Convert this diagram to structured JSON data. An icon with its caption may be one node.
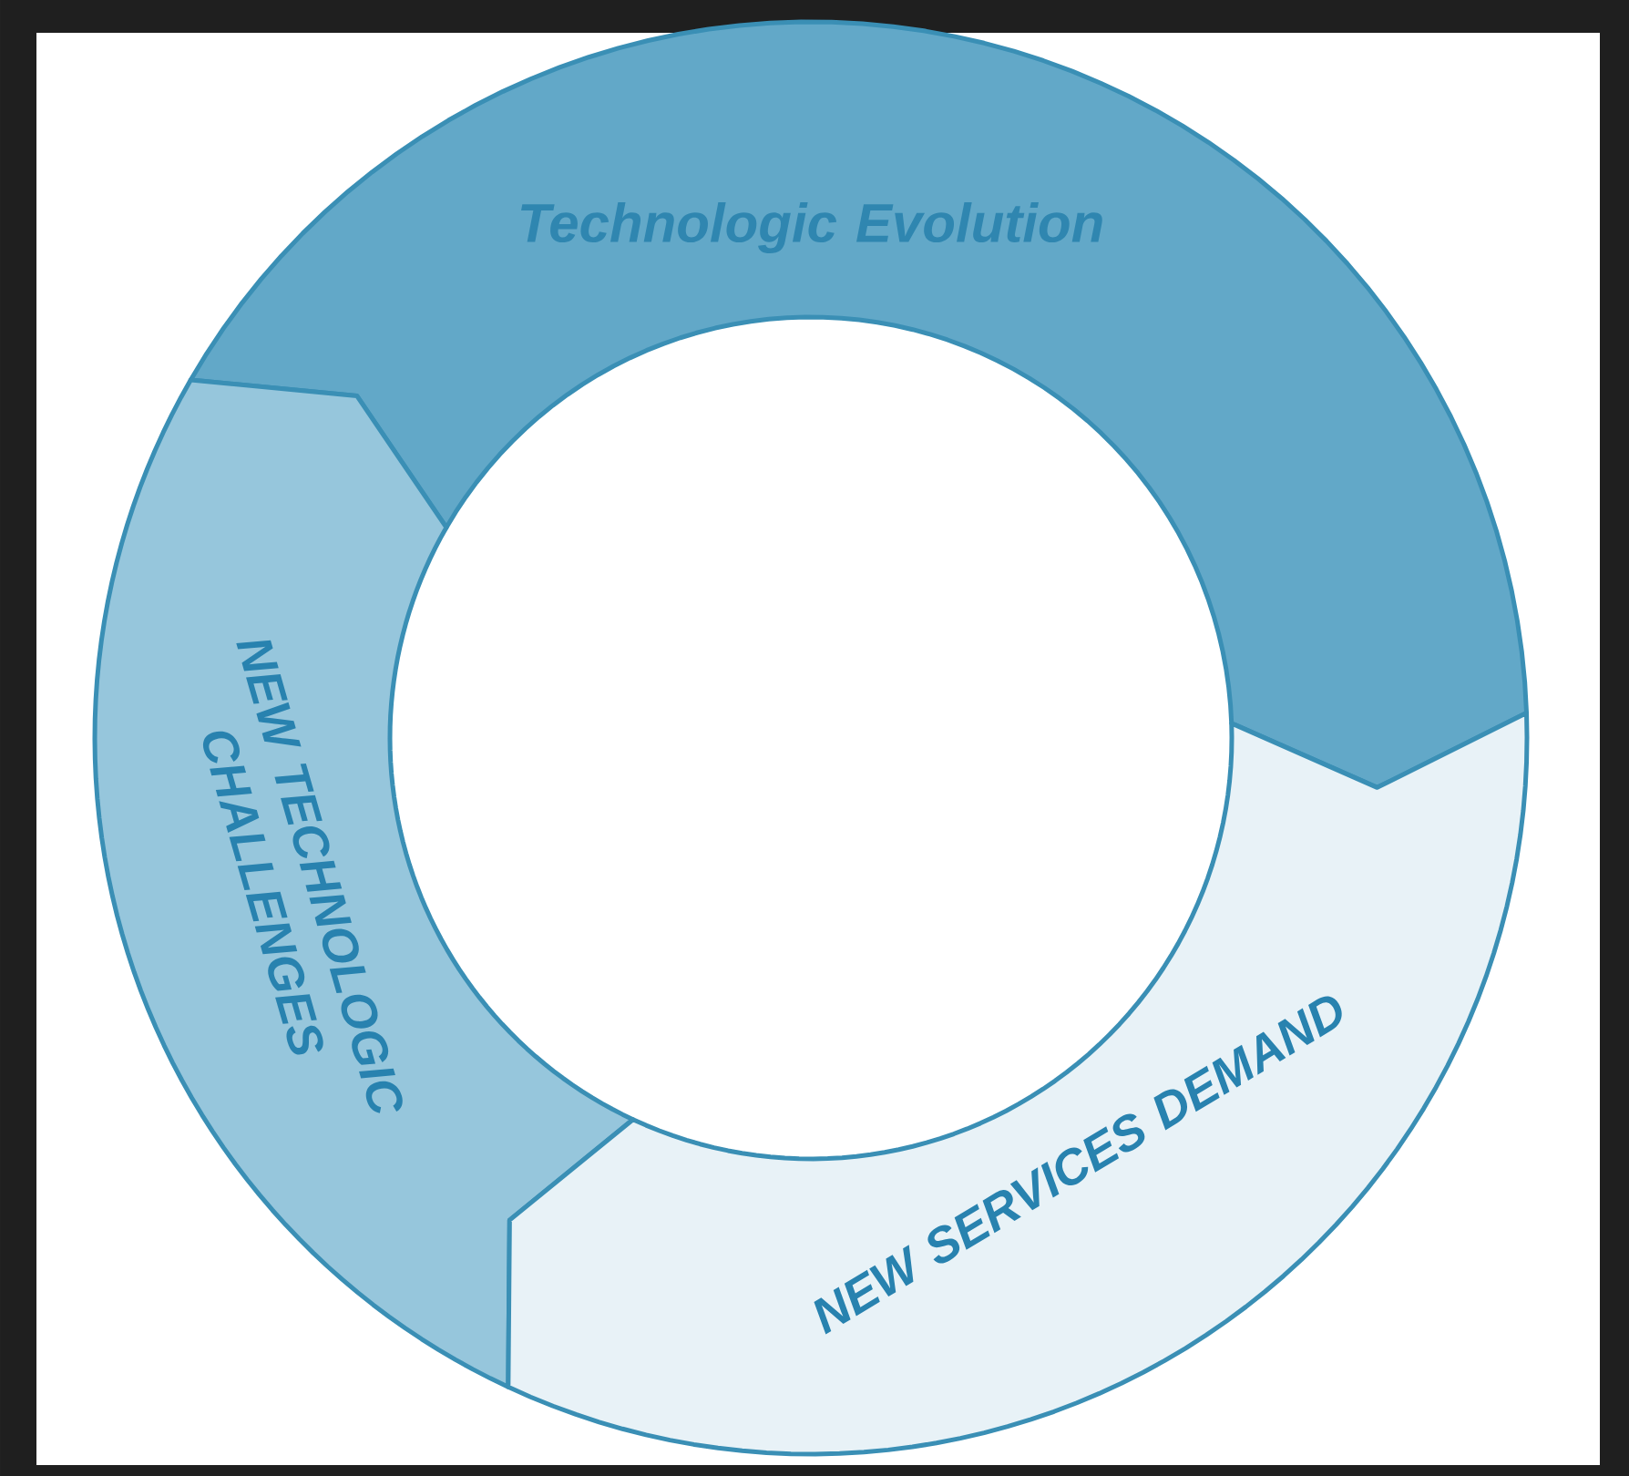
{
  "diagram": {
    "nodes": [
      {
        "text": [
          "Technologic Evolution"
        ]
      },
      {
        "text": [
          "NEW TECHNOLOGIC CHALLENGES"
        ]
      },
      {
        "text": [
          "NEW SERVICES DEMAND"
        ]
      }
    ]
  }
}
